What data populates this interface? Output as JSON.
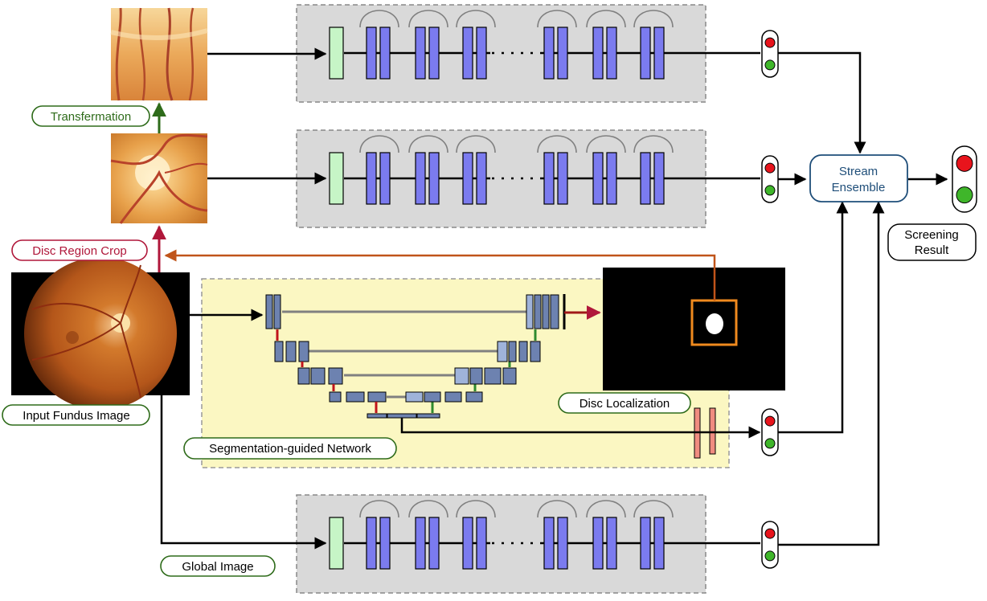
{
  "labels": {
    "transformation": "Transfermation",
    "disc_region_crop": "Disc Region Crop",
    "input_fundus_image": "Input Fundus Image",
    "segmentation_network": "Segmentation-guided Network",
    "disc_localization": "Disc Localization",
    "global_image": "Global Image",
    "stream_ensemble_line1": "Stream",
    "stream_ensemble_line2": "Ensemble",
    "screening_result_line1": "Screening",
    "screening_result_line2": "Result"
  },
  "colors": {
    "transformation": "#2e6b1a",
    "disc_crop": "#b0173a",
    "localization_arrow": "#c0541a",
    "ensemble_border": "#1f4e79",
    "ensemble_text": "#1f4e79",
    "conv_block": "#7b7bef",
    "input_block": "#c6f5c6",
    "dense_layer": "#f08c80",
    "seg_panel": "#fbf7c2",
    "stream_panel": "#d9d9d9",
    "unet_block": "#6d82b0",
    "unet_block_light": "#9fb3da",
    "light_red": "#e8141c",
    "light_green": "#3fb62a",
    "box_outline": "#f08a1e"
  },
  "icons": {
    "traffic_light": "traffic-light-icon",
    "fundus": "fundus-photo-icon"
  }
}
